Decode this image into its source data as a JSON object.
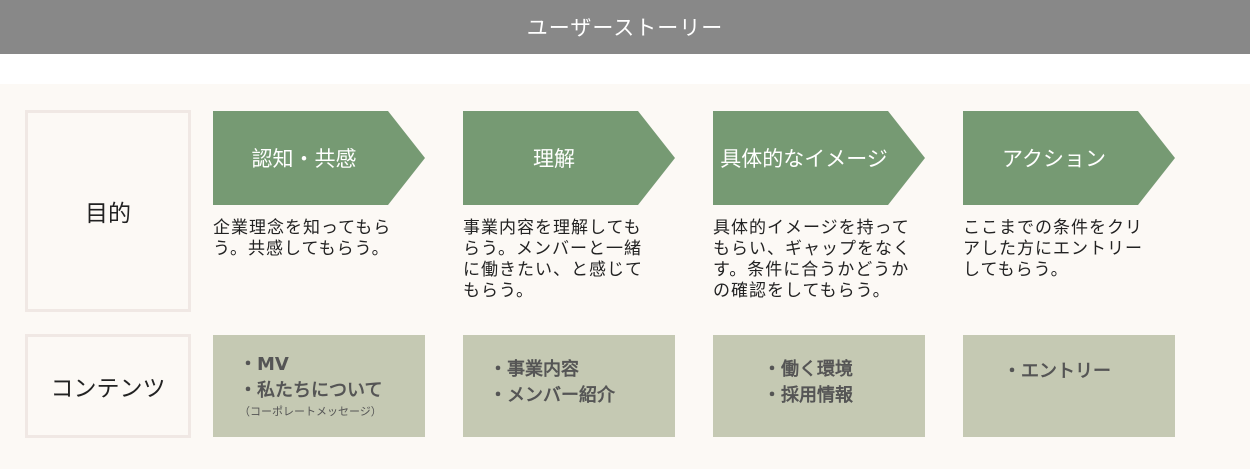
{
  "title": "ユーザーストーリー",
  "labels": {
    "purpose": "目的",
    "contents": "コンテンツ"
  },
  "stages": [
    {
      "name": "認知・共感",
      "desc": [
        "企業理念を知ってもら",
        "う。共感してもらう。"
      ],
      "contents": [
        "・MV",
        "・私たちについて"
      ],
      "note": "（コーポレートメッセージ）"
    },
    {
      "name": "理解",
      "desc": [
        "事業内容を理解しても",
        "らう。メンバーと一緒",
        "に働きたい、と感じて",
        "もらう。"
      ],
      "contents": [
        "・事業内容",
        "・メンバー紹介"
      ]
    },
    {
      "name": "具体的なイメージ",
      "desc": [
        "具体的イメージを持って",
        "もらい、ギャップをなく",
        "す。条件に合うかどうか",
        "の確認をしてもらう。"
      ],
      "contents": [
        "・働く環境",
        "・採用情報"
      ]
    },
    {
      "name": "アクション",
      "desc": [
        "ここまでの条件をクリ",
        "アした方にエントリー",
        "してもらう。"
      ],
      "contents": [
        "・エントリー"
      ]
    }
  ],
  "colors": {
    "header": "#888888",
    "arrow": "#769a73",
    "content_box": "#c5c9b3",
    "background": "#fcf9f5"
  }
}
